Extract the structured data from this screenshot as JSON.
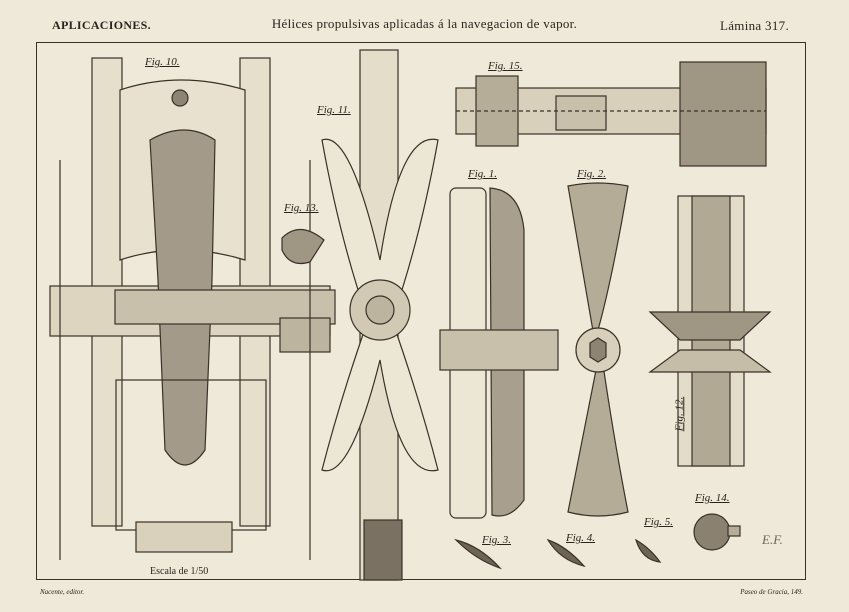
{
  "header": {
    "left": "APLICACIONES.",
    "center": "Hélices propulsivas aplicadas á la navegacion de vapor.",
    "right": "Lámina    317."
  },
  "figures": {
    "fig1": "Fig. 1.",
    "fig2": "Fig. 2.",
    "fig3": "Fig. 3.",
    "fig4": "Fig. 4.",
    "fig5": "Fig. 5.",
    "fig10": "Fig. 10.",
    "fig11": "Fig. 11.",
    "fig12": "Fig. 12.",
    "fig13": "Fig. 13.",
    "fig14": "Fig. 14.",
    "fig15": "Fig. 15."
  },
  "scale_label": "Escala de 1/50",
  "footer": {
    "left": "Nacente, editor.",
    "right": "Paseo de Gracia, 149."
  },
  "signature": "E.F."
}
